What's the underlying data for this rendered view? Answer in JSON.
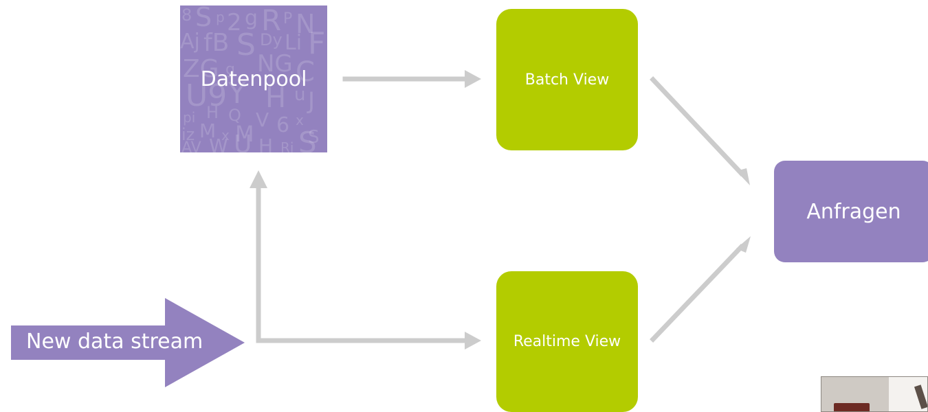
{
  "diagram": {
    "data_pool_label": "Datenpool",
    "batch_view_label": "Batch View",
    "realtime_view_label": "Realtime View",
    "queries_label": "Anfragen",
    "stream_label": "New data stream"
  },
  "colors": {
    "purple": "#9382bf",
    "green": "#b3cc00",
    "connector_gray": "#cccccc",
    "text_light": "#ffffff"
  }
}
